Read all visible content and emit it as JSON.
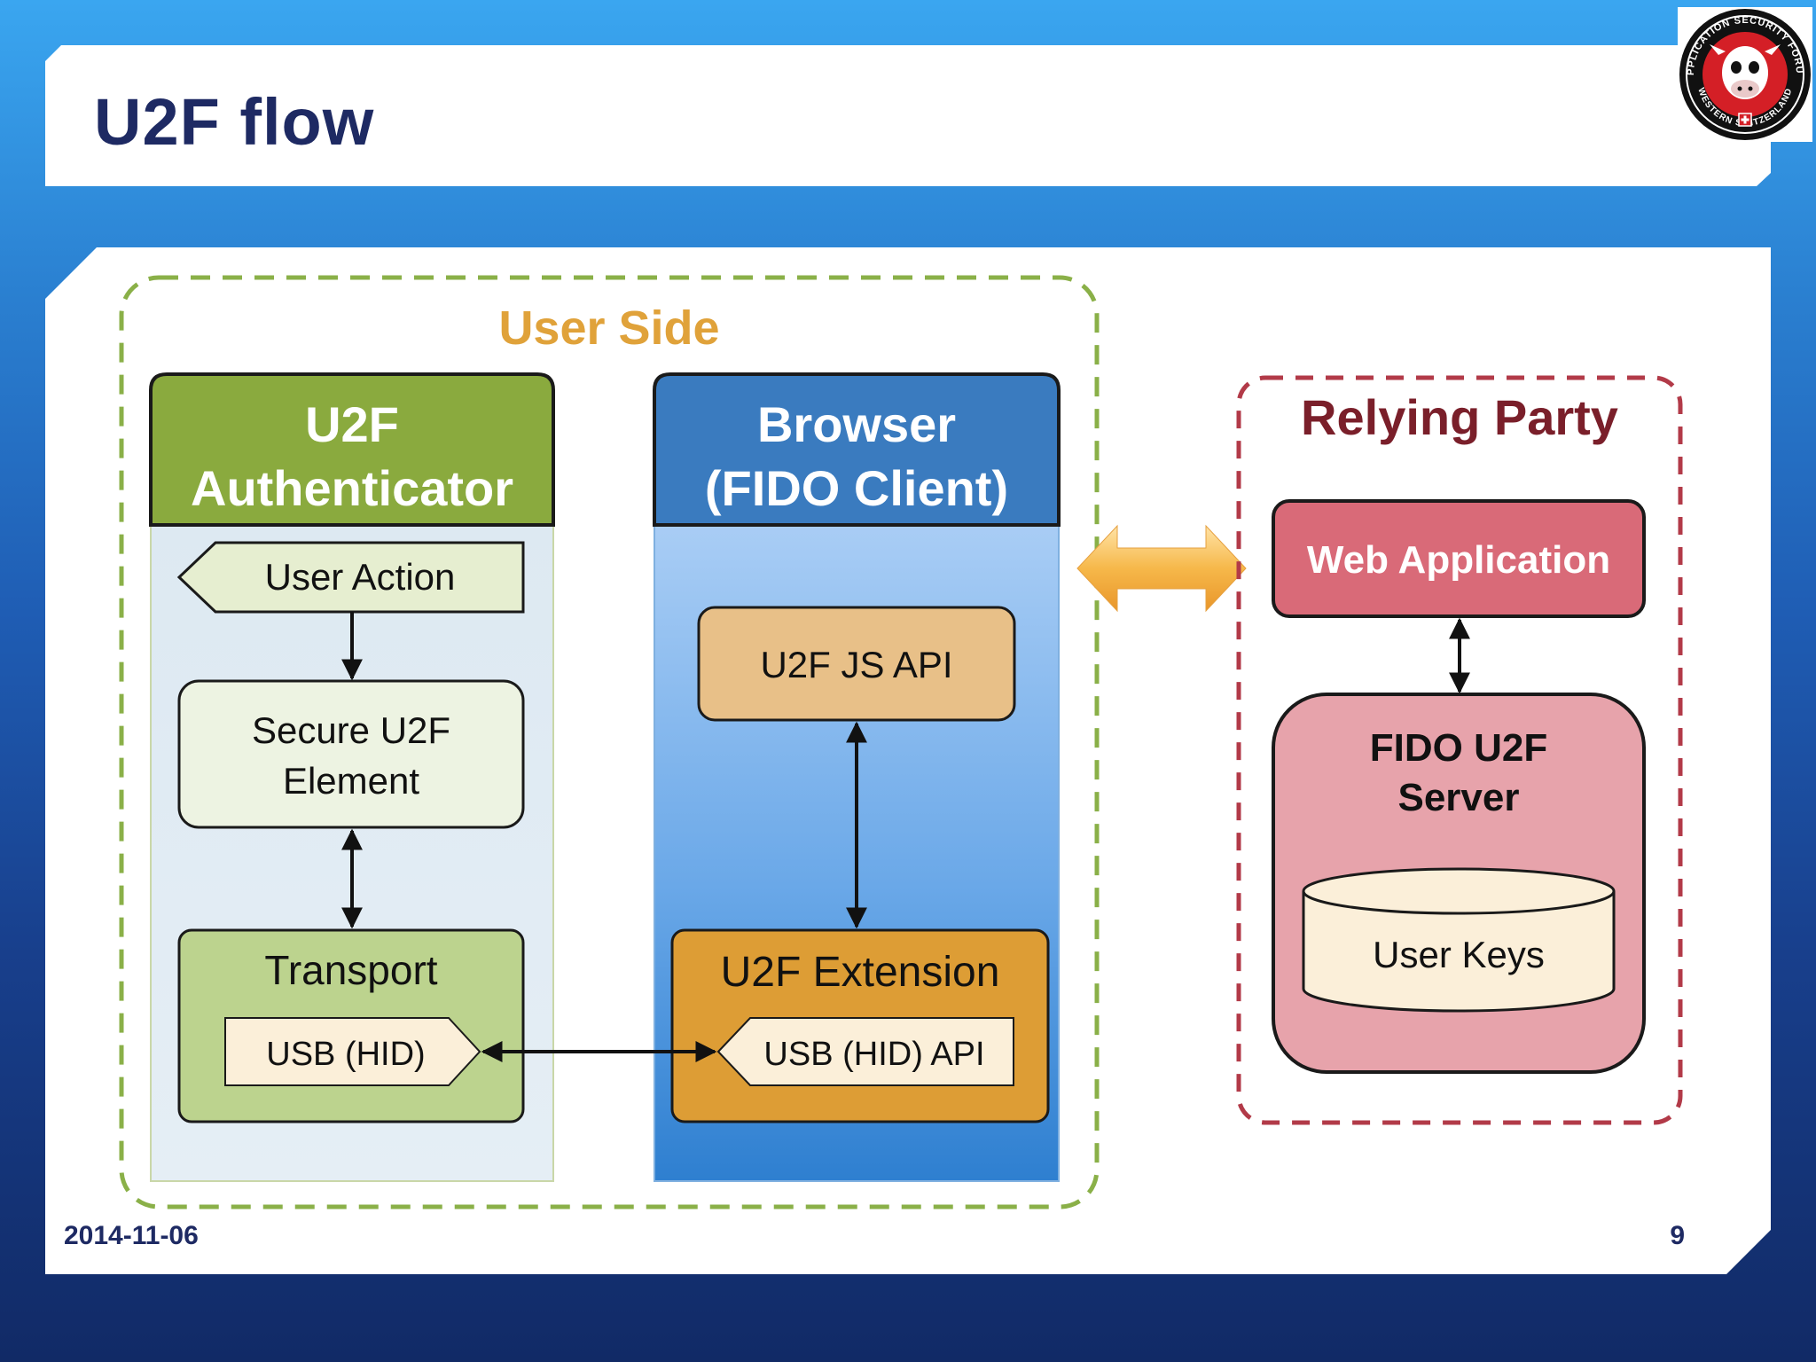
{
  "slide": {
    "title": "U2F flow",
    "date": "2014-11-06",
    "page_number": "9"
  },
  "logo": {
    "ring_text_top": "APPLICATION SECURITY FORUM",
    "ring_text_bottom": "WESTERN SWITZERLAND"
  },
  "diagram": {
    "user_side": {
      "label": "User Side",
      "authenticator": {
        "title_line1": "U2F",
        "title_line2": "Authenticator",
        "user_action": "User Action",
        "secure_element_line1": "Secure U2F",
        "secure_element_line2": "Element",
        "transport": "Transport",
        "usb_hid": "USB (HID)"
      },
      "browser": {
        "title_line1": "Browser",
        "title_line2": "(FIDO Client)",
        "js_api": "U2F JS API",
        "extension": "U2F Extension",
        "usb_hid_api": "USB (HID) API"
      }
    },
    "relying_party": {
      "label": "Relying Party",
      "web_application": "Web Application",
      "server_line1": "FIDO U2F",
      "server_line2": "Server",
      "user_keys": "User Keys"
    }
  },
  "colors": {
    "navy_text": "#1e2a63",
    "user_side_dash": "#8ab048",
    "user_side_label": "#e0a23a",
    "authenticator_header": "#8aaa3e",
    "browser_header": "#3a7bbf",
    "relying_party_dash": "#b23a48",
    "relying_party_label": "#7a1f2a",
    "web_app_fill": "#d96a78",
    "server_fill": "#e7a3ab"
  }
}
